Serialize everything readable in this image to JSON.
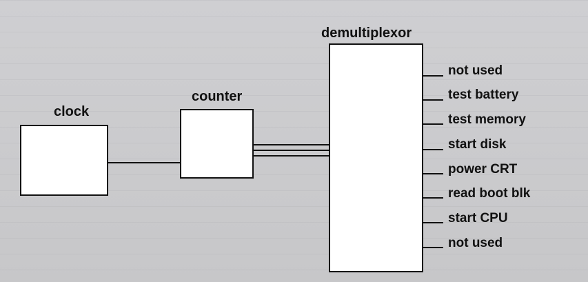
{
  "diagram": {
    "blocks": {
      "clock": "clock",
      "counter": "counter",
      "demultiplexor": "demultiplexor"
    },
    "outputs": [
      "not used",
      "test battery",
      "test memory",
      "start disk",
      "power CRT",
      "read boot blk",
      "start CPU",
      "not used"
    ]
  }
}
